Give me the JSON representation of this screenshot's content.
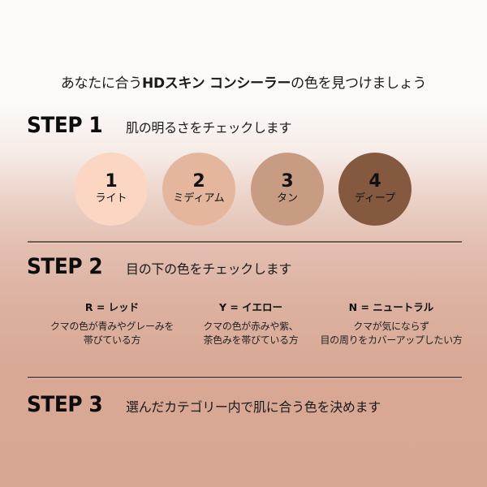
{
  "headline": {
    "prefix": "あなたに合う",
    "product": "HDスキン コンシーラー",
    "suffix": "の色を見つけましょう"
  },
  "steps": [
    {
      "label": "STEP 1",
      "description": "肌の明るさをチェックします"
    },
    {
      "label": "STEP 2",
      "description": "目の下の色をチェックします"
    },
    {
      "label": "STEP 3",
      "description": "選んだカテゴリー内で肌に合う色を決めます"
    }
  ],
  "shades": [
    {
      "number": "1",
      "name": "ライト",
      "color": "#fad6c3"
    },
    {
      "number": "2",
      "name": "ミディアム",
      "color": "#e4b69d"
    },
    {
      "number": "3",
      "name": "タン",
      "color": "#c89c82"
    },
    {
      "number": "4",
      "name": "ディープ",
      "color": "#84593f"
    }
  ],
  "undertones": [
    {
      "code": "R = レッド",
      "line1": "クマの色が青みやグレーみを",
      "line2": "帯びている方"
    },
    {
      "code": "Y = イエロー",
      "line1": "クマの色が赤みや紫、",
      "line2": "茶色みを帯びている方"
    },
    {
      "code": "N = ニュートラル",
      "line1": "クマが気にならず",
      "line2": "目の周りをカバーアップしたい方"
    }
  ],
  "colors": {
    "background_top": "#fdfbf9",
    "background_bottom": "#d8a794",
    "divider": "#6f5a54",
    "text": "#111111"
  }
}
